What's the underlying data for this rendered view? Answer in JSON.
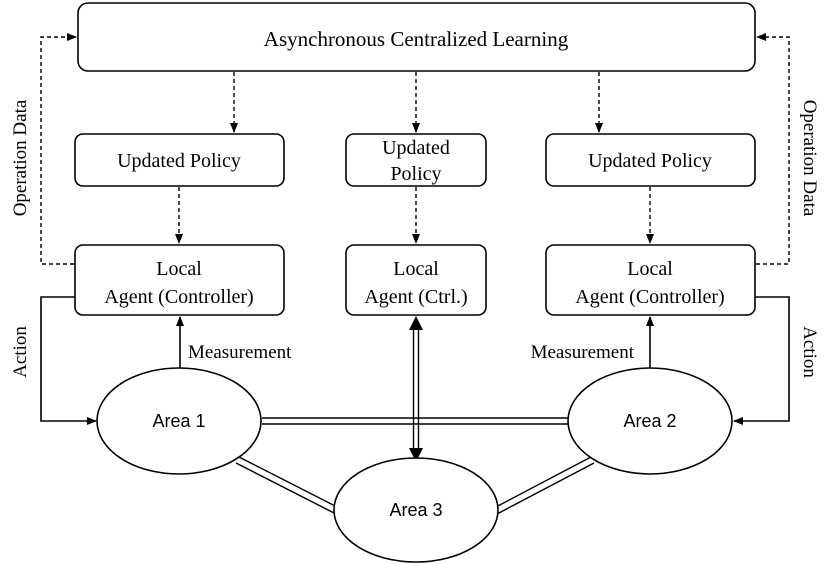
{
  "learning": {
    "title": "Asynchronous Centralized Learning"
  },
  "policies": {
    "left": {
      "label": "Updated Policy"
    },
    "center": {
      "line1": "Updated",
      "line2": "Policy"
    },
    "right": {
      "label": "Updated Policy"
    }
  },
  "agents": {
    "left": {
      "line1": "Local",
      "line2": "Agent (Controller)"
    },
    "center": {
      "line1": "Local",
      "line2": "Agent (Ctrl.)"
    },
    "right": {
      "line1": "Local",
      "line2": "Agent (Controller)"
    }
  },
  "areas": {
    "area1": "Area 1",
    "area2": "Area 2",
    "area3": "Area 3"
  },
  "edge_labels": {
    "operation_data": "Operation Data",
    "action": "Action",
    "measurement": "Measurement"
  }
}
